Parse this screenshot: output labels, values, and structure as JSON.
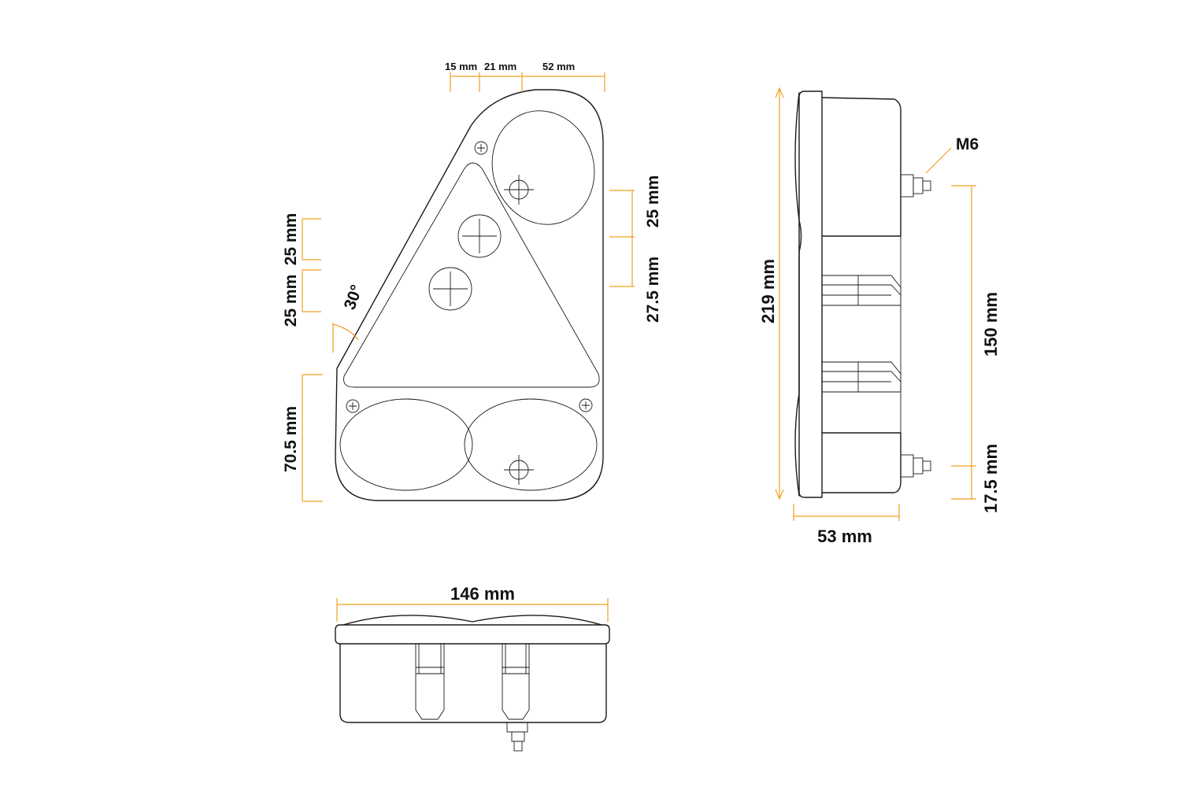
{
  "front_view": {
    "top_dims": {
      "a": "15 mm",
      "b": "21 mm",
      "c": "52 mm"
    },
    "left_dims": {
      "upper": "25 mm",
      "lower": "25 mm",
      "bottom": "70.5 mm"
    },
    "angle": "30°",
    "right_dims": {
      "upper": "25 mm",
      "lower": "27.5 mm"
    }
  },
  "side_view": {
    "thread": "M6",
    "height": "219 mm",
    "bolt_spacing": "150 mm",
    "bolt_offset": "17.5 mm",
    "depth": "53 mm"
  },
  "bottom_view": {
    "width": "146 mm"
  },
  "colors": {
    "dimension": "#f0a020",
    "outline": "#1a1a1a"
  }
}
